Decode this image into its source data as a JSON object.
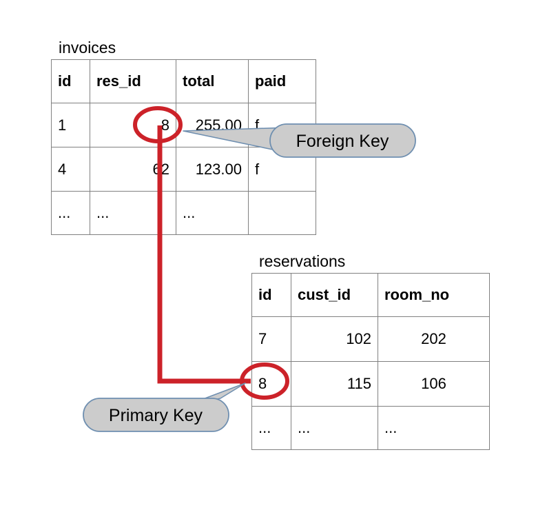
{
  "diagram": {
    "title_invoices": "invoices",
    "title_reservations": "reservations",
    "link_color": "#cc2229",
    "callout_fill": "#cccccc",
    "callout_stroke": "#6f8fb0",
    "table_border_color": "#808080"
  },
  "invoices": {
    "name": "invoices",
    "columns": [
      "id",
      "res_id",
      "total",
      "paid"
    ],
    "rows": [
      {
        "id": "1",
        "res_id": "8",
        "total": "255.00",
        "paid": "f"
      },
      {
        "id": "4",
        "res_id": "62",
        "total": "123.00",
        "paid": "f"
      },
      {
        "id": "...",
        "res_id": "...",
        "total": "...",
        "paid": ""
      }
    ]
  },
  "reservations": {
    "name": "reservations",
    "columns": [
      "id",
      "cust_id",
      "room_no"
    ],
    "rows": [
      {
        "id": "7",
        "cust_id": "102",
        "room_no": "202"
      },
      {
        "id": "8",
        "cust_id": "115",
        "room_no": "106"
      },
      {
        "id": "...",
        "cust_id": "...",
        "room_no": "..."
      }
    ]
  },
  "callouts": {
    "foreign_key": "Foreign Key",
    "primary_key": "Primary Key"
  },
  "annotations": {
    "foreign_key_target": "invoices.res_id = 8",
    "primary_key_target": "reservations.id = 8"
  }
}
